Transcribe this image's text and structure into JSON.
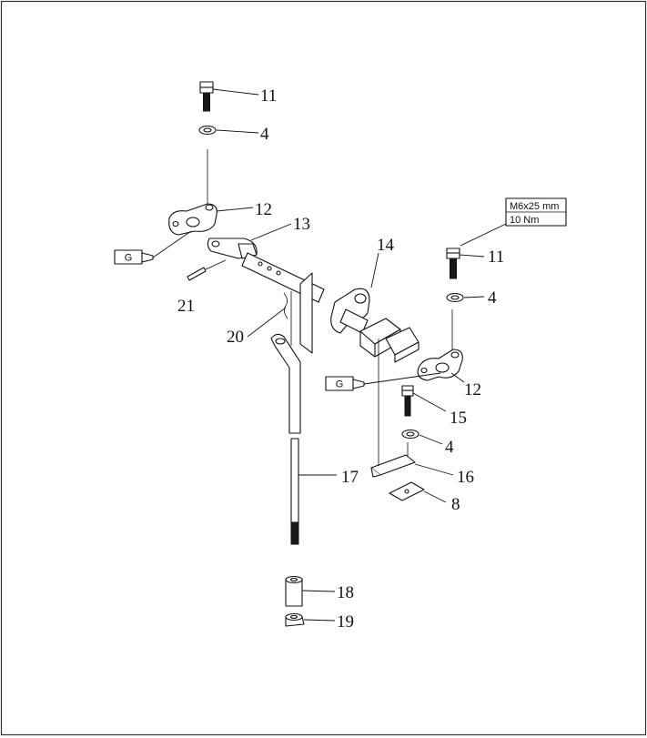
{
  "diagram": {
    "callouts": [
      {
        "id": "c11a",
        "label": "11"
      },
      {
        "id": "c4a",
        "label": "4"
      },
      {
        "id": "c12a",
        "label": "12"
      },
      {
        "id": "c13",
        "label": "13"
      },
      {
        "id": "c14",
        "label": "14"
      },
      {
        "id": "c21",
        "label": "21"
      },
      {
        "id": "c20",
        "label": "20"
      },
      {
        "id": "c11b",
        "label": "11"
      },
      {
        "id": "c4b",
        "label": "4"
      },
      {
        "id": "c12b",
        "label": "12"
      },
      {
        "id": "c15",
        "label": "15"
      },
      {
        "id": "c4c",
        "label": "4"
      },
      {
        "id": "c16",
        "label": "16"
      },
      {
        "id": "c8",
        "label": "8"
      },
      {
        "id": "c17",
        "label": "17"
      },
      {
        "id": "c18",
        "label": "18"
      },
      {
        "id": "c19",
        "label": "19"
      }
    ],
    "spec_box": {
      "size": "M6x25 mm",
      "torque": "10 Nm"
    },
    "grease_label": "G"
  }
}
